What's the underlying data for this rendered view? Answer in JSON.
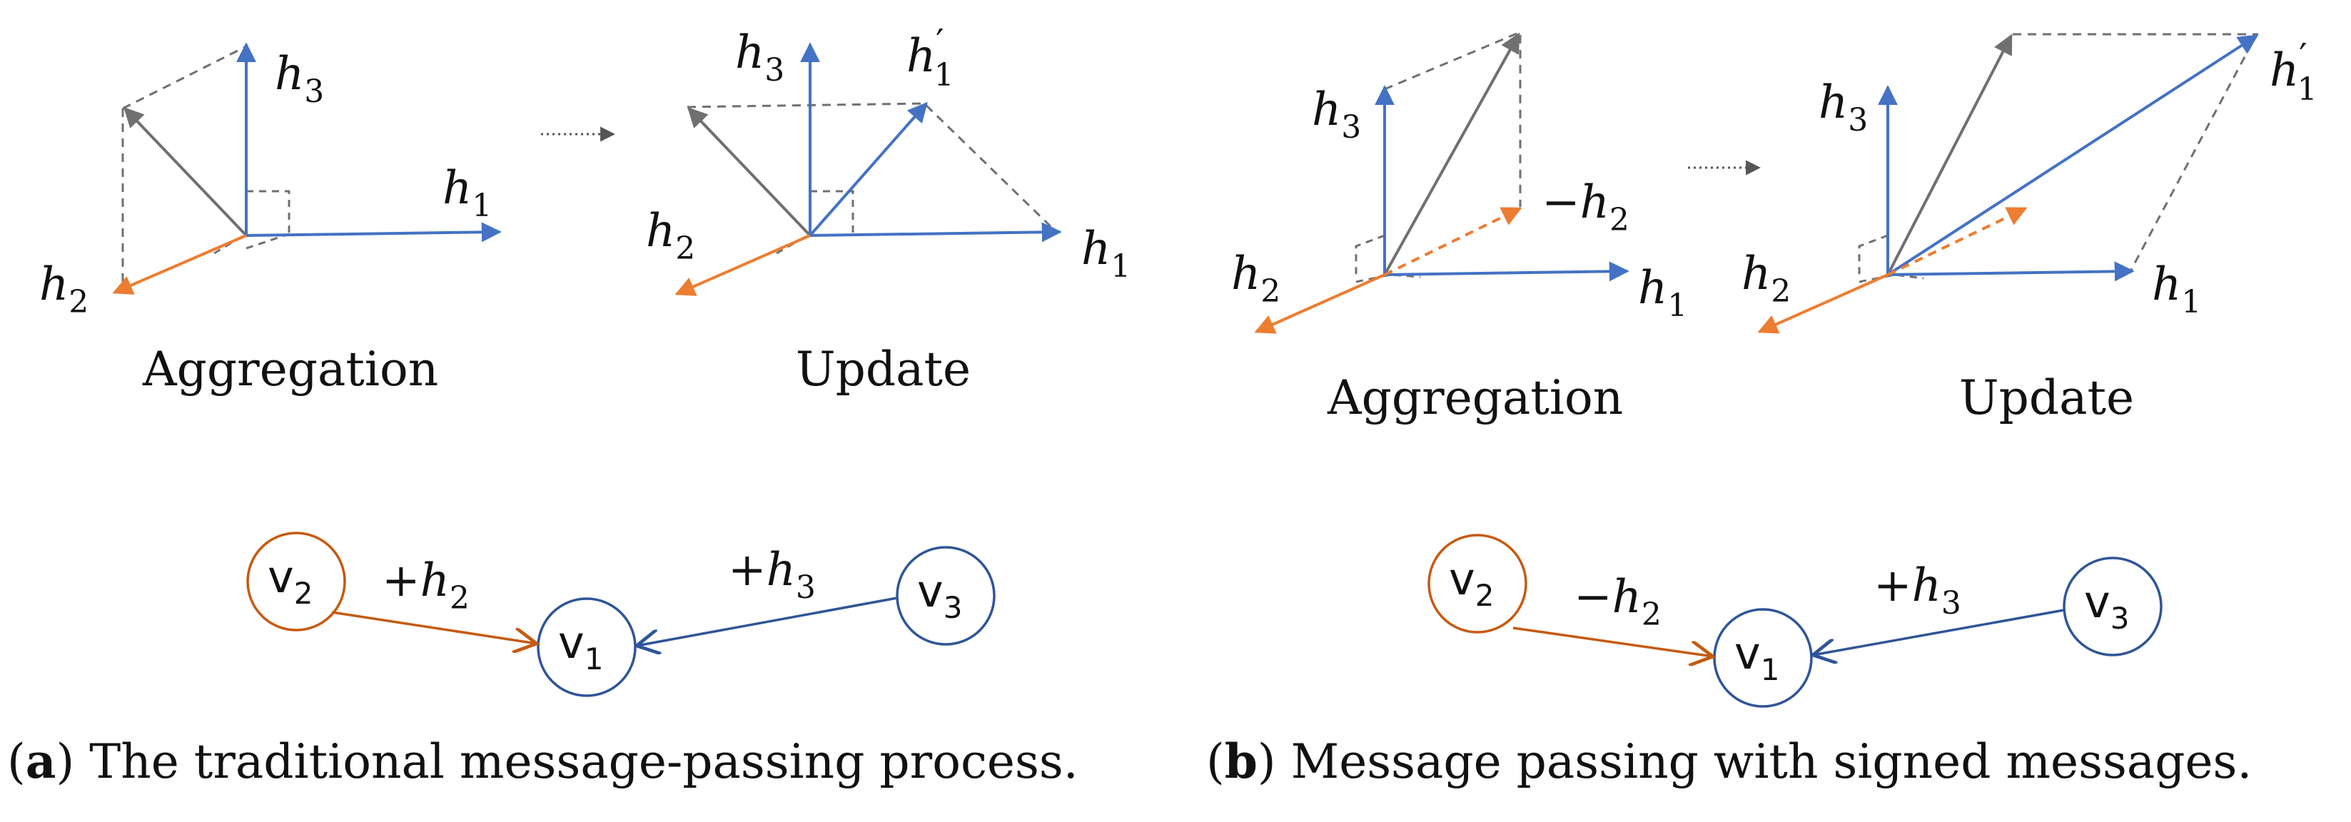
{
  "colors": {
    "blue": "#4472C4",
    "orange": "#ED7D31",
    "gray": "#707070",
    "node_blue": "#2F5597",
    "node_orange": "#C55A11"
  },
  "panel_a": {
    "aggregation_label": "Aggregation",
    "update_label": "Update",
    "vector_labels": {
      "h1": "h",
      "h1_sub": "1",
      "h2": "h",
      "h2_sub": "2",
      "h3": "h",
      "h3_sub": "3",
      "h1p": "h",
      "h1p_sub": "1",
      "prime": "′"
    },
    "graph": {
      "v1": "v",
      "v1_sub": "1",
      "v2": "v",
      "v2_sub": "2",
      "v3": "v",
      "v3_sub": "3",
      "msg_left_sign": "+",
      "msg_left": "h",
      "msg_left_sub": "2",
      "msg_right_sign": "+",
      "msg_right": "h",
      "msg_right_sub": "3"
    },
    "caption_tag": "a",
    "caption_text": " The traditional message-passing process."
  },
  "panel_b": {
    "aggregation_label": "Aggregation",
    "update_label": "Update",
    "vector_labels": {
      "h1": "h",
      "h1_sub": "1",
      "h2": "h",
      "h2_sub": "2",
      "h3": "h",
      "h3_sub": "3",
      "neg_h2_sign": "−",
      "neg_h2": "h",
      "neg_h2_sub": "2",
      "h1p": "h",
      "h1p_sub": "1",
      "prime": "′"
    },
    "graph": {
      "v1": "v",
      "v1_sub": "1",
      "v2": "v",
      "v2_sub": "2",
      "v3": "v",
      "v3_sub": "3",
      "msg_left_sign": "−",
      "msg_left": "h",
      "msg_left_sub": "2",
      "msg_right_sign": "+",
      "msg_right": "h",
      "msg_right_sub": "3"
    },
    "caption_tag": "b",
    "caption_text": " Message passing with signed messages."
  }
}
